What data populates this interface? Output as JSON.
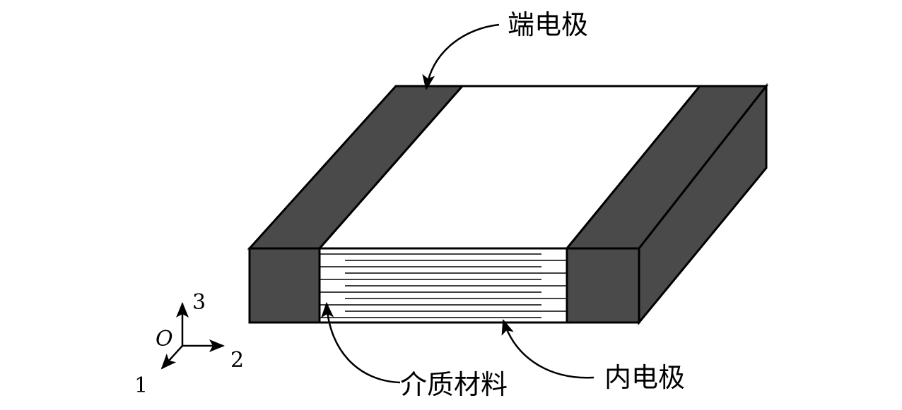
{
  "labels": {
    "end_electrode": "端电极",
    "dielectric": "介质材料",
    "inner_electrode": "内电极"
  },
  "axes": {
    "origin": "O",
    "axis1": "1",
    "axis2": "2",
    "axis3": "3"
  },
  "colors": {
    "electrode_fill": "#4a4a4a",
    "body_fill": "#ffffff",
    "stroke": "#000000"
  },
  "inner_electrode_layer_count": 11
}
